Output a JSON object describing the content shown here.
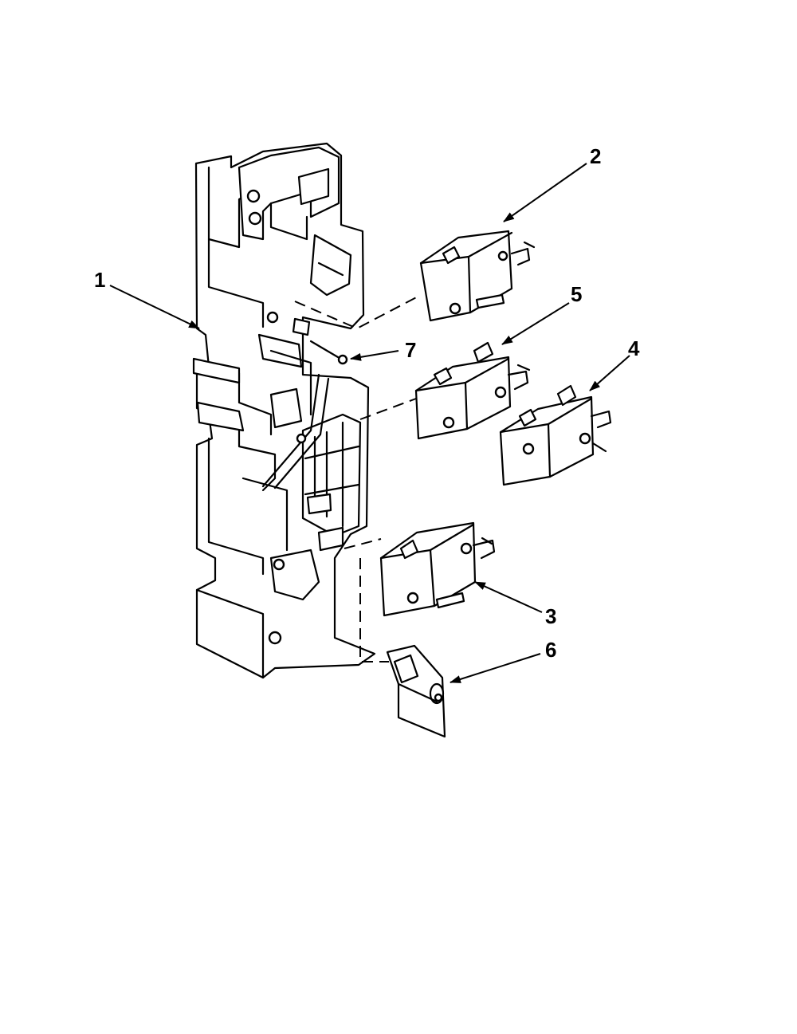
{
  "diagram": {
    "callouts": {
      "c1": "1",
      "c2": "2",
      "c3": "3",
      "c4": "4",
      "c5": "5",
      "c6": "6",
      "c7": "7"
    }
  },
  "colors": {
    "line": "#000000",
    "background": "#ffffff"
  }
}
